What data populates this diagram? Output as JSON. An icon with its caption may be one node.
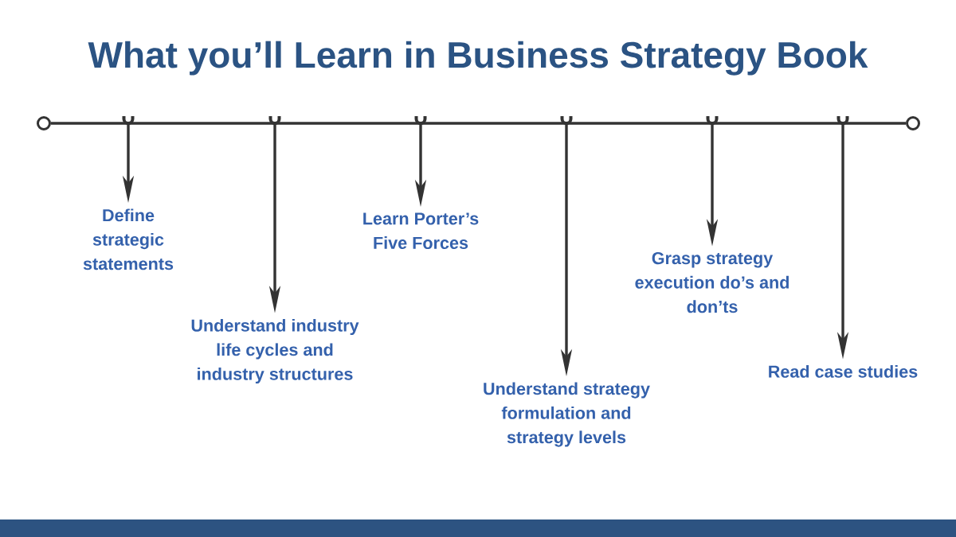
{
  "diagram": {
    "title": "What you’ll Learn in Business Strategy Book",
    "nodes": [
      {
        "text": [],
        "shape": "circle"
      },
      {
        "text": [],
        "shape": "circle"
      },
      {
        "text": [
          "Define strategic statements"
        ]
      },
      {
        "text": [
          "Understand industry life cycles and industry structures"
        ]
      },
      {
        "text": [
          "Learn Porter’s Five Forces"
        ]
      },
      {
        "text": [
          "Understand strategy formulation and strategy levels"
        ]
      },
      {
        "text": [
          "Grasp strategy execution do’s and don’ts"
        ]
      },
      {
        "text": [
          "Read case studies"
        ]
      }
    ],
    "edges": [
      {
        "from": 0,
        "to": 1,
        "arrow": "none"
      },
      {
        "from": null,
        "to": 2,
        "arrow": "to"
      },
      {
        "from": null,
        "to": 3,
        "arrow": "to"
      },
      {
        "from": null,
        "to": 4,
        "arrow": "to"
      },
      {
        "from": null,
        "to": 5,
        "arrow": "to"
      },
      {
        "from": null,
        "to": 6,
        "arrow": "to"
      },
      {
        "from": null,
        "to": 7,
        "arrow": "to"
      }
    ]
  }
}
